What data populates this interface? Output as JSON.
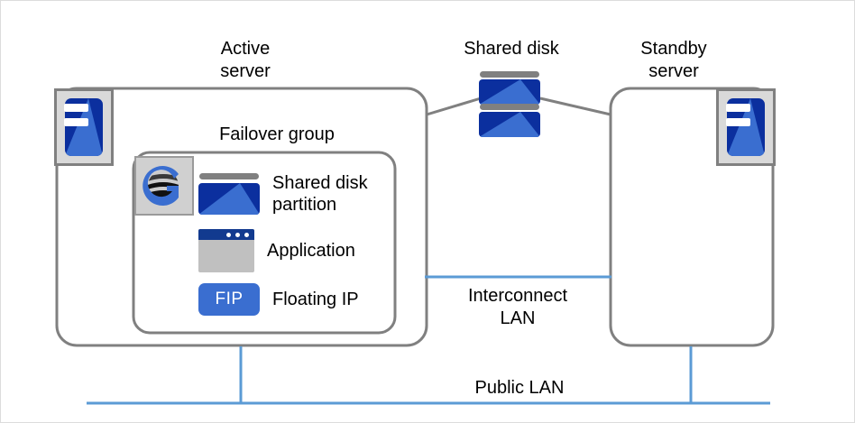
{
  "diagram": {
    "title_labels": {
      "active_server": "Active\nserver",
      "shared_disk": "Shared disk",
      "standby_server": "Standby\nserver",
      "failover_group": "Failover group",
      "interconnect_lan": "Interconnect\nLAN",
      "public_lan": "Public  LAN"
    },
    "failover_group_resources": [
      {
        "icon": "shared-disk-partition-icon",
        "label": "Shared disk\npartition"
      },
      {
        "icon": "application-window-icon",
        "label": "Application"
      },
      {
        "icon": "floating-ip-badge-icon",
        "label": "Floating IP",
        "badge_text": "FIP"
      }
    ],
    "icons": {
      "server_active": "server-icon",
      "server_standby": "server-icon",
      "cluster_logo": "cluster-g-logo-icon",
      "shared_disk_stack": "shared-disk-stack-icon"
    },
    "colors": {
      "lan_line": "#5b9bd5",
      "box_border": "#808080",
      "icon_blue_light": "#3a6ed0",
      "icon_blue_dark": "#0b2f9e",
      "icon_gray": "#c0c0c0",
      "app_titlebar": "#123a8f",
      "text": "#000000",
      "background": "#ffffff"
    }
  }
}
